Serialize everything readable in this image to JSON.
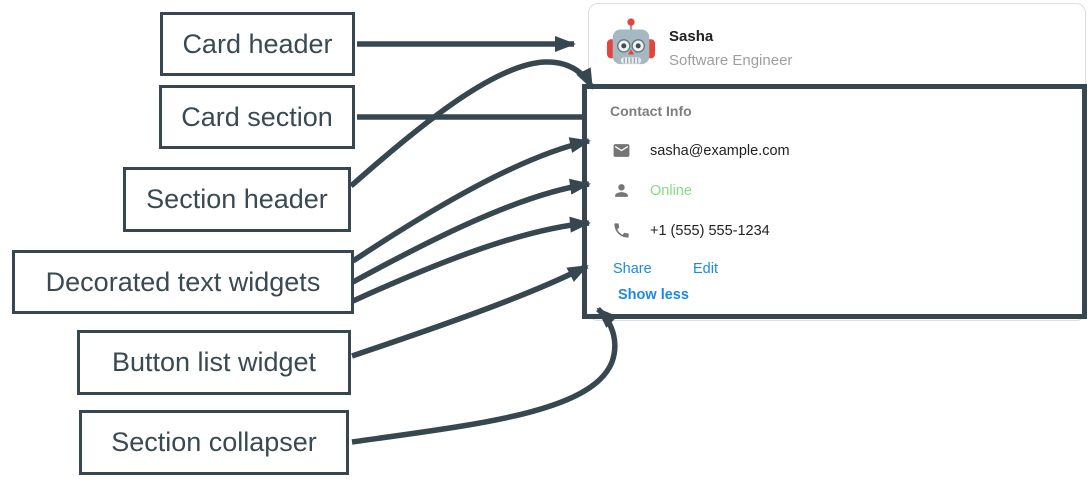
{
  "colors": {
    "annotation_slate": "#37474F",
    "link_blue": "#1E88E5",
    "online_green": "#85DC85",
    "subtitle_gray": "#9E9E9E",
    "icon_gray": "#757575",
    "text_dark": "#212121",
    "card_border": "#DEDEDE"
  },
  "card": {
    "header": {
      "avatar": "robot-avatar",
      "name": "Sasha",
      "subtitle": "Software Engineer"
    },
    "section": {
      "title": "Contact Info",
      "rows": [
        {
          "icon": "mail-icon",
          "text": "sasha@example.com"
        },
        {
          "icon": "person-icon",
          "text": "Online"
        },
        {
          "icon": "phone-icon",
          "text": "+1 (555) 555-1234"
        }
      ],
      "buttons": [
        {
          "label": "Share"
        },
        {
          "label": "Edit"
        }
      ],
      "collapser": "Show less"
    }
  },
  "labels": [
    {
      "text": "Card header"
    },
    {
      "text": "Card section"
    },
    {
      "text": "Section header"
    },
    {
      "text": "Decorated text widgets"
    },
    {
      "text": "Button list widget"
    },
    {
      "text": "Section collapser"
    }
  ]
}
